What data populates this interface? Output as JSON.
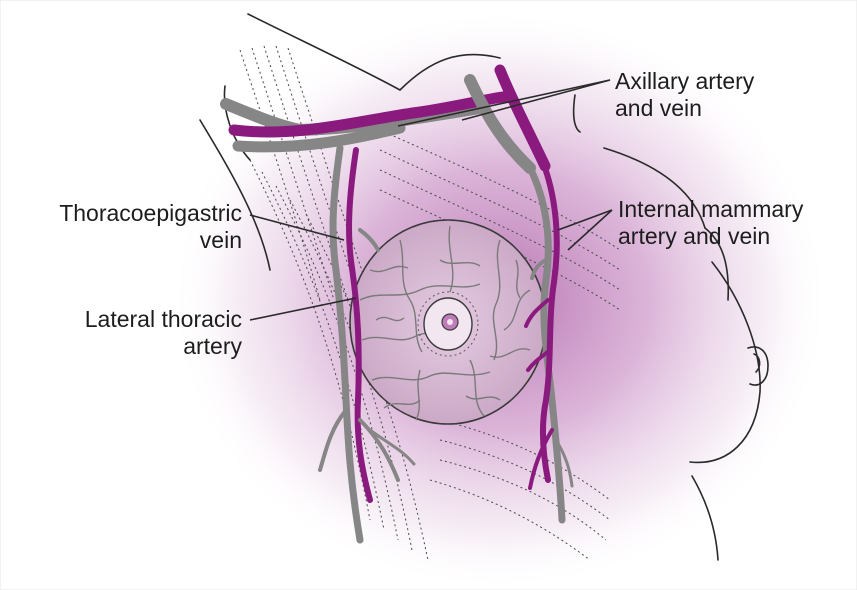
{
  "labels": {
    "axillary_line1": "Axillary artery",
    "axillary_line2": "and vein",
    "internal_line1": "Internal mammary",
    "internal_line2": "artery and vein",
    "thoraco_line1": "Thoracoepigastric",
    "thoraco_line2": "vein",
    "lateral_line1": "Lateral thoracic",
    "lateral_line2": "artery"
  },
  "colors": {
    "artery": "#8b1a7e",
    "vein": "#868686",
    "tissue_glow": "#c98cc4",
    "breast_fill": "#d6b8d2",
    "outline": "#2a2a2a"
  }
}
